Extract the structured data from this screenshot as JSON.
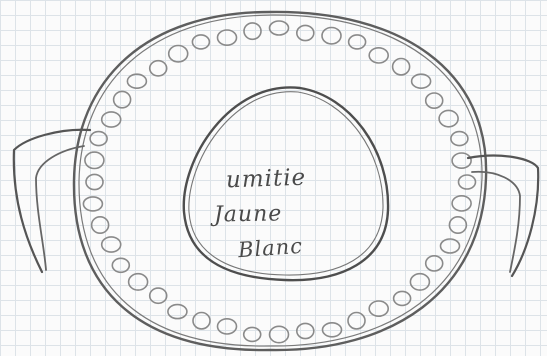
{
  "drawing": {
    "labels": [
      "umitie",
      "Jaune",
      "Blanc"
    ],
    "pen_color": "#5a5a5a",
    "bead_color": "#8a8a8a",
    "grid_color": "#dde3e8"
  }
}
